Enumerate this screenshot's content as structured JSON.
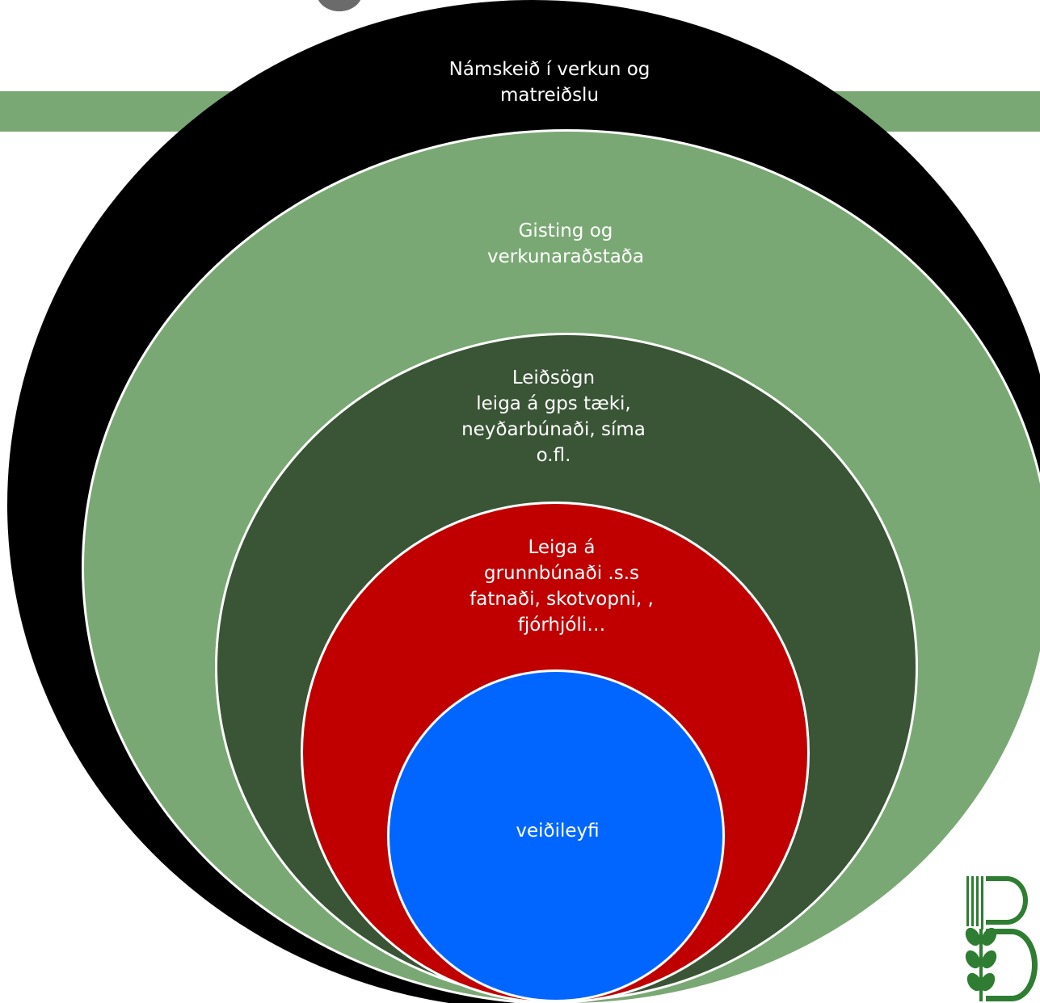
{
  "colors": {
    "band": "#7aa874",
    "layer_outer": "#000000",
    "layer_2": "#7aa874",
    "layer_3": "#3a5436",
    "layer_4": "#c00000",
    "layer_core": "#0066ff",
    "logo": "#2e7d32"
  },
  "diagram": {
    "layers": [
      {
        "label": "Námskeið í verkun og\nmatreiðslu"
      },
      {
        "label": "Gisting og\nverkunaraðstaða"
      },
      {
        "label": "Leiðsögn\nleiga á gps tæki,\nneyðarbúnaði, síma\no.fl."
      },
      {
        "label": "Leiga á\ngrunnbúnaði .s.s\nfatnaði, skotvopni, ,\nfjórhjóli…"
      },
      {
        "label": "veiðileyfi"
      }
    ]
  },
  "logo": {
    "icon": "wheat-b-logo"
  }
}
